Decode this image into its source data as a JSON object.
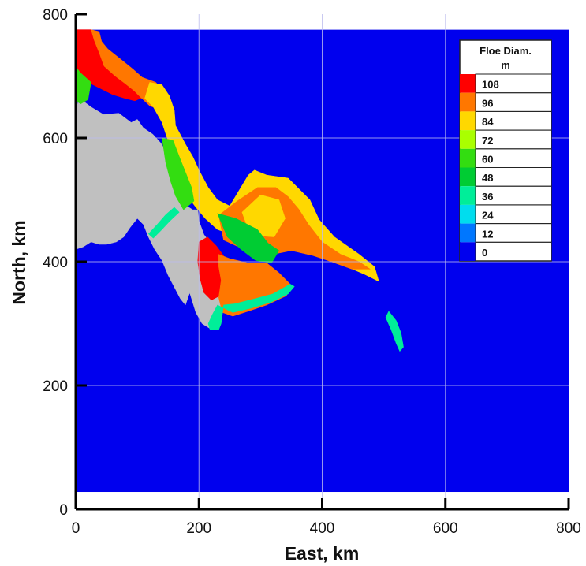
{
  "chart_data": {
    "type": "heatmap",
    "title": "",
    "xlabel": "East, km",
    "ylabel": "North, km",
    "xlim": [
      0,
      800
    ],
    "ylim": [
      0,
      800
    ],
    "x_ticks": [
      "0",
      "200",
      "400",
      "600",
      "800"
    ],
    "y_ticks": [
      "0",
      "200",
      "400",
      "600",
      "800"
    ],
    "grid": true,
    "data_extent_y": [
      28,
      775
    ],
    "legend": {
      "title_line1": "Floe Diam.",
      "title_line2": "m",
      "placement": "top-right",
      "levels": [
        {
          "value": "108",
          "color": "#ff0000"
        },
        {
          "value": "96",
          "color": "#ff7700"
        },
        {
          "value": "84",
          "color": "#ffd800"
        },
        {
          "value": "72",
          "color": "#aaff00"
        },
        {
          "value": "60",
          "color": "#33dd11"
        },
        {
          "value": "48",
          "color": "#00cc33"
        },
        {
          "value": "36",
          "color": "#00ee99"
        },
        {
          "value": "24",
          "color": "#00ddee"
        },
        {
          "value": "12",
          "color": "#0077ff"
        },
        {
          "value": "0",
          "color": "#0000ee"
        }
      ]
    },
    "background_color": "#0000ee",
    "land_color": "#c0c0c0",
    "regions": [
      {
        "name": "land",
        "color": "#c0c0c0",
        "points": [
          [
            0,
            640
          ],
          [
            5,
            665
          ],
          [
            25,
            650
          ],
          [
            45,
            638
          ],
          [
            70,
            640
          ],
          [
            90,
            625
          ],
          [
            100,
            630
          ],
          [
            110,
            616
          ],
          [
            125,
            606
          ],
          [
            138,
            592
          ],
          [
            150,
            572
          ],
          [
            155,
            548
          ],
          [
            165,
            528
          ],
          [
            172,
            506
          ],
          [
            180,
            490
          ],
          [
            190,
            484
          ],
          [
            198,
            484
          ],
          [
            200,
            466
          ],
          [
            208,
            444
          ],
          [
            220,
            428
          ],
          [
            232,
            416
          ],
          [
            245,
            402
          ],
          [
            255,
            395
          ],
          [
            258,
            378
          ],
          [
            250,
            352
          ],
          [
            240,
            332
          ],
          [
            228,
            312
          ],
          [
            218,
            292
          ],
          [
            205,
            300
          ],
          [
            195,
            318
          ],
          [
            185,
            350
          ],
          [
            178,
            330
          ],
          [
            170,
            340
          ],
          [
            162,
            355
          ],
          [
            150,
            378
          ],
          [
            140,
            402
          ],
          [
            128,
            420
          ],
          [
            118,
            440
          ],
          [
            110,
            460
          ],
          [
            100,
            470
          ],
          [
            88,
            455
          ],
          [
            78,
            440
          ],
          [
            66,
            432
          ],
          [
            50,
            428
          ],
          [
            38,
            428
          ],
          [
            25,
            432
          ],
          [
            12,
            424
          ],
          [
            0,
            420
          ]
        ]
      },
      {
        "name": "ice-108-north",
        "color": "#ff0000",
        "points": [
          [
            0,
            775
          ],
          [
            25,
            775
          ],
          [
            38,
            762
          ],
          [
            42,
            740
          ],
          [
            60,
            727
          ],
          [
            80,
            710
          ],
          [
            100,
            690
          ],
          [
            108,
            678
          ],
          [
            110,
            666
          ],
          [
            96,
            660
          ],
          [
            80,
            664
          ],
          [
            60,
            670
          ],
          [
            40,
            680
          ],
          [
            20,
            690
          ],
          [
            5,
            702
          ],
          [
            0,
            710
          ]
        ]
      },
      {
        "name": "ice-96-north",
        "color": "#ff7700",
        "points": [
          [
            25,
            775
          ],
          [
            38,
            772
          ],
          [
            42,
            756
          ],
          [
            52,
            744
          ],
          [
            72,
            728
          ],
          [
            92,
            712
          ],
          [
            108,
            698
          ],
          [
            130,
            690
          ],
          [
            145,
            672
          ],
          [
            150,
            655
          ],
          [
            138,
            645
          ],
          [
            120,
            652
          ],
          [
            105,
            666
          ],
          [
            95,
            676
          ],
          [
            80,
            688
          ],
          [
            64,
            700
          ],
          [
            46,
            716
          ],
          [
            38,
            738
          ],
          [
            30,
            758
          ]
        ]
      },
      {
        "name": "ice-84-corridor",
        "color": "#ffd800",
        "points": [
          [
            120,
            690
          ],
          [
            140,
            686
          ],
          [
            152,
            668
          ],
          [
            160,
            645
          ],
          [
            162,
            620
          ],
          [
            178,
            590
          ],
          [
            190,
            570
          ],
          [
            200,
            548
          ],
          [
            215,
            520
          ],
          [
            230,
            500
          ],
          [
            250,
            490
          ],
          [
            280,
            540
          ],
          [
            290,
            548
          ],
          [
            310,
            540
          ],
          [
            345,
            535
          ],
          [
            360,
            520
          ],
          [
            380,
            500
          ],
          [
            395,
            468
          ],
          [
            420,
            440
          ],
          [
            460,
            412
          ],
          [
            485,
            392
          ],
          [
            492,
            368
          ],
          [
            468,
            380
          ],
          [
            430,
            396
          ],
          [
            392,
            420
          ],
          [
            352,
            440
          ],
          [
            300,
            452
          ],
          [
            260,
            442
          ],
          [
            230,
            452
          ],
          [
            210,
            470
          ],
          [
            195,
            488
          ],
          [
            182,
            505
          ],
          [
            172,
            530
          ],
          [
            160,
            560
          ],
          [
            150,
            595
          ],
          [
            140,
            625
          ],
          [
            126,
            650
          ],
          [
            112,
            664
          ]
        ]
      },
      {
        "name": "ice-96-east",
        "color": "#ff7700",
        "points": [
          [
            232,
            475
          ],
          [
            262,
            498
          ],
          [
            295,
            520
          ],
          [
            325,
            520
          ],
          [
            345,
            505
          ],
          [
            362,
            485
          ],
          [
            378,
            460
          ],
          [
            400,
            432
          ],
          [
            430,
            412
          ],
          [
            460,
            400
          ],
          [
            478,
            388
          ],
          [
            448,
            388
          ],
          [
            415,
            400
          ],
          [
            385,
            410
          ],
          [
            350,
            418
          ],
          [
            320,
            412
          ],
          [
            290,
            420
          ],
          [
            262,
            425
          ],
          [
            240,
            435
          ]
        ]
      },
      {
        "name": "ice-84-inner",
        "color": "#ffd800",
        "points": [
          [
            270,
            480
          ],
          [
            300,
            508
          ],
          [
            330,
            500
          ],
          [
            340,
            470
          ],
          [
            322,
            440
          ],
          [
            295,
            442
          ],
          [
            278,
            458
          ]
        ]
      },
      {
        "name": "ice-48-inner",
        "color": "#00cc33",
        "points": [
          [
            230,
            478
          ],
          [
            260,
            470
          ],
          [
            295,
            452
          ],
          [
            312,
            430
          ],
          [
            330,
            418
          ],
          [
            318,
            398
          ],
          [
            292,
            402
          ],
          [
            268,
            420
          ],
          [
            246,
            440
          ]
        ]
      },
      {
        "name": "ice-60-coast",
        "color": "#33dd11",
        "points": [
          [
            140,
            600
          ],
          [
            158,
            596
          ],
          [
            170,
            565
          ],
          [
            178,
            545
          ],
          [
            188,
            520
          ],
          [
            192,
            498
          ],
          [
            175,
            484
          ],
          [
            162,
            506
          ],
          [
            154,
            530
          ],
          [
            146,
            560
          ]
        ]
      },
      {
        "name": "ice-108-south",
        "color": "#ff0000",
        "points": [
          [
            200,
            432
          ],
          [
            214,
            440
          ],
          [
            228,
            426
          ],
          [
            240,
            410
          ],
          [
            246,
            390
          ],
          [
            244,
            365
          ],
          [
            234,
            345
          ],
          [
            220,
            338
          ],
          [
            208,
            350
          ],
          [
            202,
            372
          ],
          [
            198,
            400
          ]
        ]
      },
      {
        "name": "ice-96-south",
        "color": "#ff7700",
        "points": [
          [
            232,
            412
          ],
          [
            250,
            405
          ],
          [
            280,
            398
          ],
          [
            310,
            398
          ],
          [
            330,
            382
          ],
          [
            350,
            362
          ],
          [
            342,
            345
          ],
          [
            310,
            330
          ],
          [
            280,
            320
          ],
          [
            255,
            312
          ],
          [
            238,
            318
          ],
          [
            232,
            342
          ],
          [
            236,
            370
          ],
          [
            232,
            392
          ]
        ]
      },
      {
        "name": "ice-36-edge",
        "color": "#00ee99",
        "points": [
          [
            230,
            330
          ],
          [
            255,
            318
          ],
          [
            285,
            325
          ],
          [
            318,
            335
          ],
          [
            345,
            348
          ],
          [
            355,
            360
          ],
          [
            348,
            364
          ],
          [
            320,
            348
          ],
          [
            290,
            340
          ],
          [
            258,
            332
          ],
          [
            240,
            330
          ],
          [
            236,
            300
          ],
          [
            232,
            290
          ],
          [
            218,
            290
          ],
          [
            215,
            300
          ],
          [
            222,
            315
          ]
        ]
      },
      {
        "name": "ice-36-coast-left",
        "color": "#00ee99",
        "points": [
          [
            118,
            445
          ],
          [
            132,
            460
          ],
          [
            146,
            476
          ],
          [
            160,
            488
          ],
          [
            168,
            480
          ],
          [
            152,
            465
          ],
          [
            138,
            450
          ],
          [
            126,
            438
          ]
        ]
      },
      {
        "name": "ice-60-nw",
        "color": "#33dd11",
        "points": [
          [
            0,
            715
          ],
          [
            8,
            705
          ],
          [
            25,
            690
          ],
          [
            20,
            662
          ],
          [
            8,
            655
          ],
          [
            0,
            660
          ]
        ]
      },
      {
        "name": "ice-36-streak",
        "color": "#00ee99",
        "points": [
          [
            508,
            320
          ],
          [
            520,
            305
          ],
          [
            528,
            285
          ],
          [
            532,
            262
          ],
          [
            526,
            255
          ],
          [
            520,
            268
          ],
          [
            512,
            290
          ],
          [
            503,
            310
          ]
        ]
      }
    ]
  }
}
